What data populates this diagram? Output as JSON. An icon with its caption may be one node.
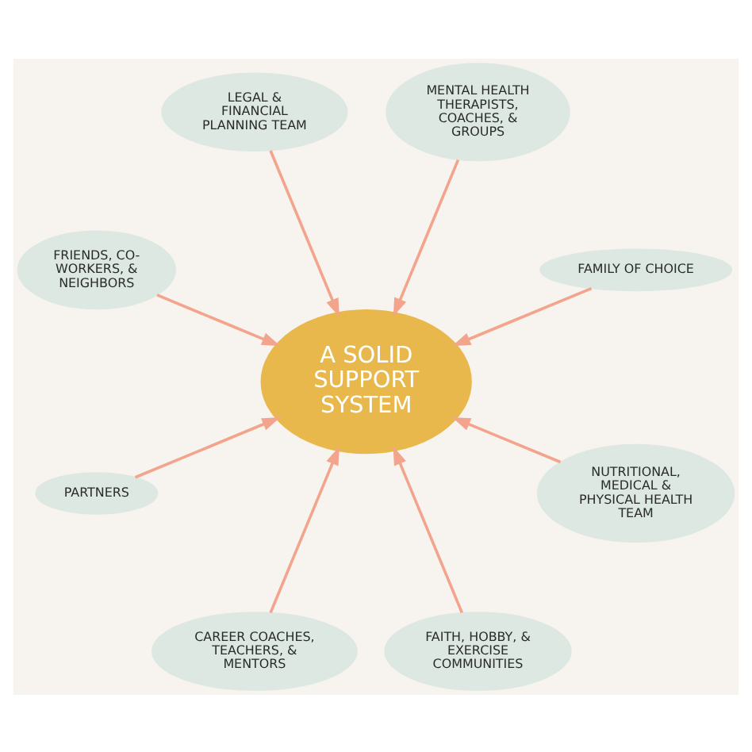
{
  "diagram": {
    "nodes": [
      {
        "text": [
          "FAMILY OF CHOICE"
        ]
      },
      {
        "text": [
          "MENTAL HEALTH THERAPISTS, COACHES, & GROUPS"
        ]
      },
      {
        "text": [
          "LEGAL & FINANCIAL PLANNING TEAM"
        ]
      },
      {
        "text": [
          "FRIENDS, CO-WORKERS, & NEIGHBORS"
        ]
      },
      {
        "text": [
          "A SOLID SUPPORT SYSTEM"
        ]
      },
      {
        "text": [
          "PARTNERS"
        ]
      },
      {
        "text": [
          "CAREER COACHES, TEACHERS, & MENTORS"
        ]
      },
      {
        "text": [
          "FAITH, HOBBY, & EXERCISE COMMUNITIES"
        ]
      },
      {
        "text": [
          "NUTRITIONAL, MEDICAL & PHYSICAL HEALTH TEAM"
        ]
      }
    ],
    "edges": [
      {
        "from": 0,
        "to": 4,
        "arrow": "to"
      },
      {
        "from": 1,
        "to": 4,
        "arrow": "to"
      },
      {
        "from": 2,
        "to": 4,
        "arrow": "to"
      },
      {
        "from": 3,
        "to": 4,
        "arrow": "to"
      },
      {
        "from": 5,
        "to": 4,
        "arrow": "to"
      },
      {
        "from": 6,
        "to": 4,
        "arrow": "to"
      },
      {
        "from": 7,
        "to": 4,
        "arrow": "to"
      },
      {
        "from": 8,
        "to": 4,
        "arrow": "to"
      }
    ]
  }
}
